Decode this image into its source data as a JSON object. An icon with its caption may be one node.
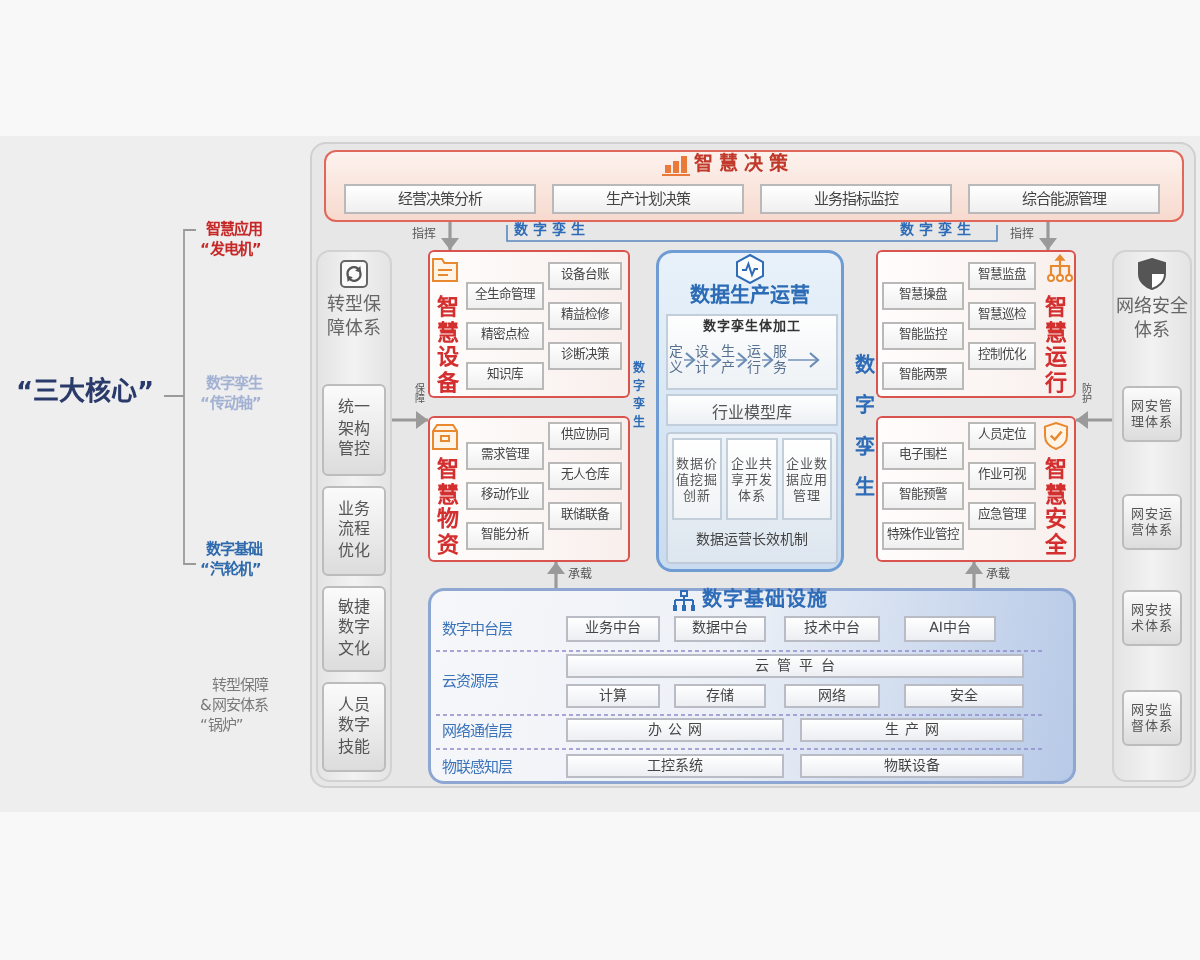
{
  "diagram": {
    "nodes": [
      {
        "text": [
          "智慧决策"
        ]
      },
      {
        "text": [
          "经营决策分析"
        ],
        "in": 0
      },
      {
        "text": [
          "生产计划决策"
        ],
        "in": 0
      },
      {
        "text": [
          "业务指标监控"
        ],
        "in": 0
      },
      {
        "text": [
          "综合能源管理"
        ],
        "in": 0
      },
      {
        "text": [
          "转型保障体系"
        ]
      },
      {
        "text": [
          "统一架构管控"
        ],
        "in": 5
      },
      {
        "text": [
          "业务流程优化"
        ],
        "in": 5
      },
      {
        "text": [
          "敏捷数字文化"
        ],
        "in": 5
      },
      {
        "text": [
          "人员数字技能"
        ],
        "in": 5
      },
      {
        "text": [
          "智慧设备"
        ]
      },
      {
        "text": [
          "设备台账"
        ],
        "in": 10
      },
      {
        "text": [
          "全生命管理"
        ],
        "in": 10
      },
      {
        "text": [
          "精益检修"
        ],
        "in": 10
      },
      {
        "text": [
          "精密点检"
        ],
        "in": 10
      },
      {
        "text": [
          "诊断决策"
        ],
        "in": 10
      },
      {
        "text": [
          "知识库"
        ],
        "in": 10
      },
      {
        "text": [
          "智慧物资"
        ]
      },
      {
        "text": [
          "供应协同"
        ],
        "in": 17
      },
      {
        "text": [
          "需求管理"
        ],
        "in": 17
      },
      {
        "text": [
          "无人仓库"
        ],
        "in": 17
      },
      {
        "text": [
          "移动作业"
        ],
        "in": 17
      },
      {
        "text": [
          "联储联备"
        ],
        "in": 17
      },
      {
        "text": [
          "智能分析"
        ],
        "in": 17
      },
      {
        "text": [
          "数据生产运营"
        ]
      },
      {
        "text": [
          "数字孪生体加工"
        ],
        "in": 24
      },
      {
        "text": [
          "定义"
        ],
        "in": 25
      },
      {
        "text": [
          "设计"
        ],
        "in": 25
      },
      {
        "text": [
          "生产"
        ],
        "in": 25
      },
      {
        "text": [
          "运行"
        ],
        "in": 25
      },
      {
        "text": [
          "服务"
        ],
        "in": 25
      },
      {
        "text": [
          "行业模型库"
        ],
        "in": 24
      },
      {
        "text": [
          "数据运营长效机制"
        ],
        "in": 24
      },
      {
        "text": [
          "数据价值挖掘创新"
        ],
        "in": 32
      },
      {
        "text": [
          "企业共享开发体系"
        ],
        "in": 32
      },
      {
        "text": [
          "企业数据应用管理"
        ],
        "in": 32
      },
      {
        "text": [
          "智慧运行"
        ]
      },
      {
        "text": [
          "智慧监盘"
        ],
        "in": 36
      },
      {
        "text": [
          "智慧操盘"
        ],
        "in": 36
      },
      {
        "text": [
          "智慧巡检"
        ],
        "in": 36
      },
      {
        "text": [
          "智能监控"
        ],
        "in": 36
      },
      {
        "text": [
          "控制优化"
        ],
        "in": 36
      },
      {
        "text": [
          "智能两票"
        ],
        "in": 36
      },
      {
        "text": [
          "智慧安全"
        ]
      },
      {
        "text": [
          "人员定位"
        ],
        "in": 43
      },
      {
        "text": [
          "电子围栏"
        ],
        "in": 43
      },
      {
        "text": [
          "作业可视"
        ],
        "in": 43
      },
      {
        "text": [
          "智能预警"
        ],
        "in": 43
      },
      {
        "text": [
          "应急管理"
        ],
        "in": 43
      },
      {
        "text": [
          "特殊作业管控"
        ],
        "in": 43
      },
      {
        "text": [
          "网络安全体系"
        ]
      },
      {
        "text": [
          "网安管理体系"
        ],
        "in": 50
      },
      {
        "text": [
          "网安运营体系"
        ],
        "in": 50
      },
      {
        "text": [
          "网安技术体系"
        ],
        "in": 50
      },
      {
        "text": [
          "网安监督体系"
        ],
        "in": 50
      },
      {
        "text": [
          "数字基础设施",
          "数字中台层",
          "云资源层",
          "网络通信层",
          "物联感知层"
        ]
      },
      {
        "text": [
          "业务中台"
        ],
        "in": 55
      },
      {
        "text": [
          "数据中台"
        ],
        "in": 55
      },
      {
        "text": [
          "技术中台"
        ],
        "in": 55
      },
      {
        "text": [
          "AI中台"
        ],
        "in": 55
      },
      {
        "text": [
          "云管平台"
        ],
        "in": 55
      },
      {
        "text": [
          "计算"
        ],
        "in": 55
      },
      {
        "text": [
          "存储"
        ],
        "in": 55
      },
      {
        "text": [
          "网络"
        ],
        "in": 55
      },
      {
        "text": [
          "安全"
        ],
        "in": 55
      },
      {
        "text": [
          "办公网"
        ],
        "in": 55
      },
      {
        "text": [
          "生产网"
        ],
        "in": 55
      },
      {
        "text": [
          "工控系统"
        ],
        "in": 55
      },
      {
        "text": [
          "物联设备"
        ],
        "in": 55
      }
    ],
    "edges": [
      {
        "from": 0,
        "to": 10,
        "arrow": "to",
        "label": "指挥"
      },
      {
        "from": 0,
        "to": 36,
        "arrow": "to",
        "label": "指挥"
      },
      {
        "from": 55,
        "to": 17,
        "arrow": "to",
        "label": "承载"
      },
      {
        "from": 55,
        "to": 43,
        "arrow": "to",
        "label": "承载"
      },
      {
        "from": 5,
        "to": 17,
        "arrow": "to",
        "label": "保障"
      },
      {
        "from": 50,
        "to": 43,
        "arrow": "to",
        "label": "防护"
      },
      {
        "from": 26,
        "to": 27,
        "arrow": "to",
        "color": "#6b8db5"
      },
      {
        "from": 27,
        "to": 28,
        "arrow": "to",
        "color": "#6b8db5"
      },
      {
        "from": 28,
        "to": 29,
        "arrow": "to",
        "color": "#6b8db5"
      },
      {
        "from": 29,
        "to": 30,
        "arrow": "to",
        "color": "#6b8db5"
      },
      {
        "from": 30,
        "to": null,
        "arrow": "to",
        "color": "#6b8db5"
      }
    ],
    "labels": [
      "“三大核心”",
      "智慧应用“发电机”",
      "数字孪生“传动轴”",
      "数字基础“汽轮机”",
      "转型保障&网安体系“锅炉”",
      "数字孪生",
      "数字孪生",
      "数字孪生",
      "数字孪生"
    ]
  }
}
